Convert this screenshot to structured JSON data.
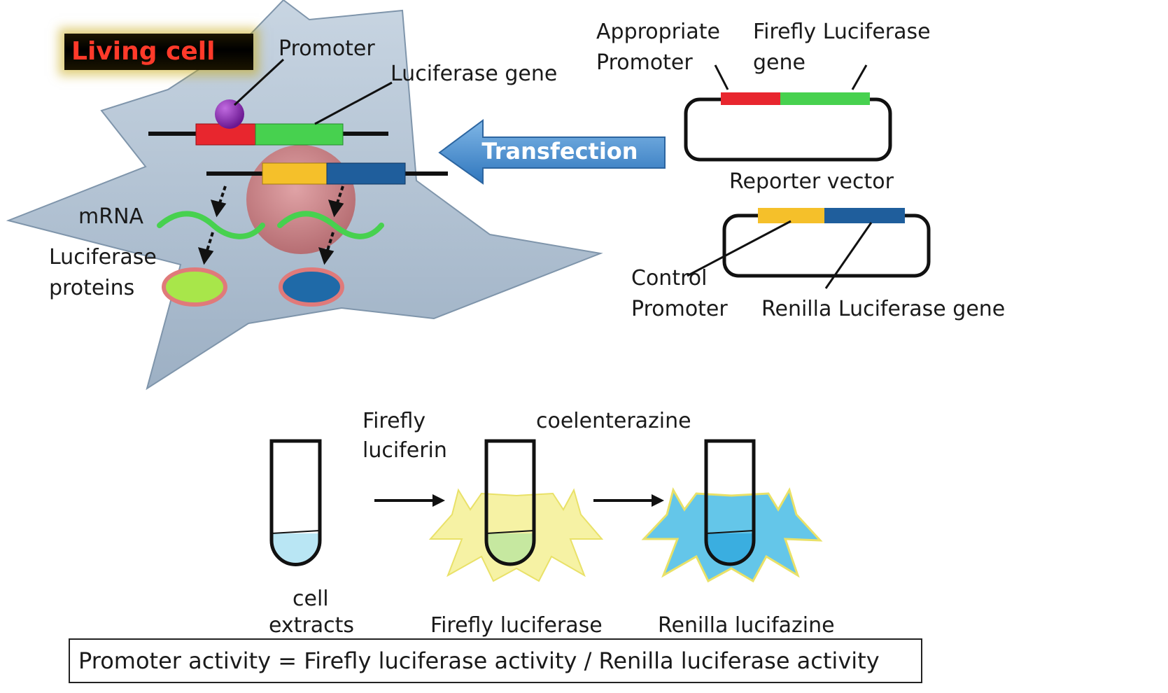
{
  "cell_panel": {
    "badge": "Living cell",
    "promoter": "Promoter",
    "luciferase_gene": "Luciferase gene",
    "mrna": "mRNA",
    "proteins_line1": "Luciferase",
    "proteins_line2": "proteins"
  },
  "transfection": "Transfection",
  "reporter": {
    "appropriate_line1": "Appropriate",
    "appropriate_line2": "Promoter",
    "firefly_line1": "Firefly Luciferase",
    "firefly_line2": "gene",
    "vector_label": "Reporter vector",
    "control_line1": "Control",
    "control_line2": "Promoter",
    "renilla_gene": "Renilla Luciferase gene"
  },
  "assay": {
    "firefly_luciferin_line1": "Firefly",
    "firefly_luciferin_line2": "luciferin",
    "coelenterazine": "coelenterazine",
    "cell_line1": "cell",
    "cell_line2": "extracts",
    "firefly_luciferase": "Firefly luciferase",
    "renilla": "Renilla lucifazine"
  },
  "formula": "Promoter activity = Firefly luciferase activity / Renilla luciferase activity",
  "colors": {
    "cell_fill": "#b3c3d4",
    "nucleus": "#c98a8c",
    "promoter_red": "#e8262e",
    "firefly_green": "#47d14f",
    "control_yellow": "#f5c02a",
    "renilla_blue": "#1f5e9c",
    "promoter_purple": "#8a2ca8",
    "arrow_blue": "#4a8ed0",
    "glow_yellow": "#f6f2a0",
    "glow_blue": "#5cc3e8",
    "liquid_light": "#b9e6f4"
  }
}
